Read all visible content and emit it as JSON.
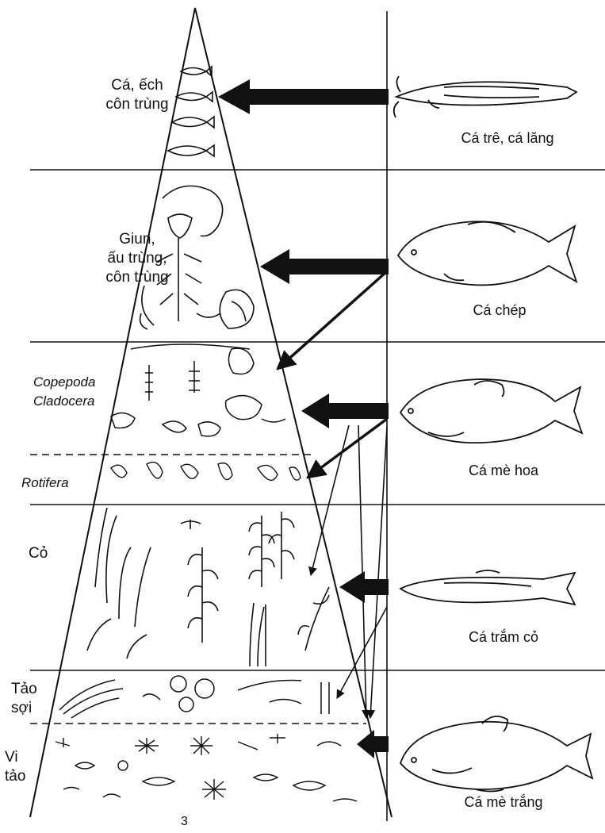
{
  "left_labels": {
    "level1": [
      "Cá, ếch",
      "côn trùng"
    ],
    "level2": [
      "Giun,",
      "ấu trùng,",
      "côn trùng"
    ],
    "level3": [
      "Copepoda",
      "Cladocera"
    ],
    "level3b": "Rotifera",
    "level4": "Cỏ",
    "level5": [
      "Tảo",
      "sợi"
    ],
    "level6": [
      "Vi",
      "tảo"
    ]
  },
  "fish_labels": {
    "f1": "Cá trê, cá lăng",
    "f2": "Cá chép",
    "f3": "Cá mè hoa",
    "f4": "Cá trắm cỏ",
    "f5": "Cá mè trắng"
  },
  "bottom_mark": "3",
  "colors": {
    "ink": "#111111",
    "paper": "#ffffff"
  }
}
